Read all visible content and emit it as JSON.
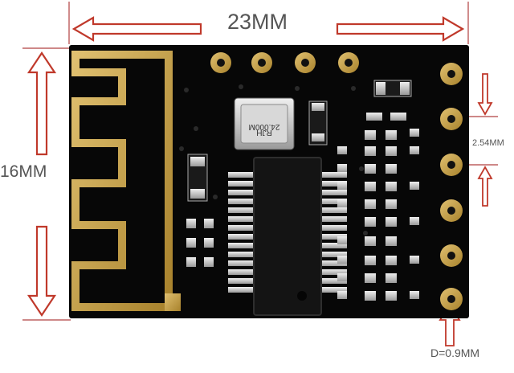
{
  "dimensions": {
    "width_label": "23MM",
    "height_label": "16MM",
    "pitch_label": "2.54MM",
    "pad_label": "D=0.9MM"
  },
  "board": {
    "crystal_line1": "24.000M",
    "crystal_line2": "RJH"
  },
  "colors": {
    "pcb": "#070707",
    "gold": "#c9a24a",
    "arrow": "#c0392b",
    "silver": "#c8c8c8"
  }
}
